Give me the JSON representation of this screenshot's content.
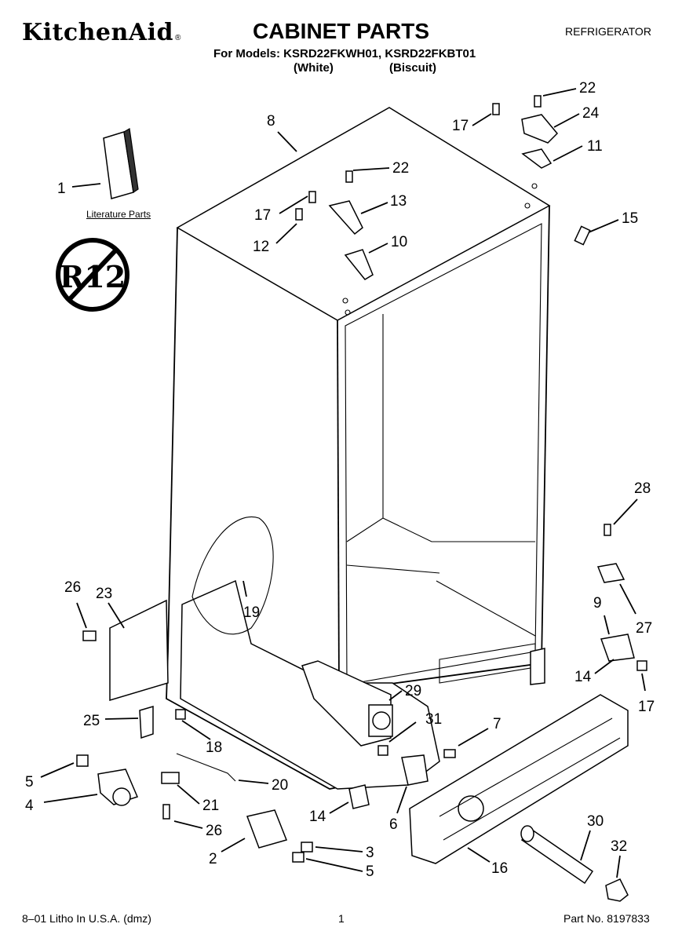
{
  "header": {
    "brand": "KitchenAid",
    "brand_mark": "®",
    "title": "CABINET PARTS",
    "category": "REFRIGERATOR",
    "models_line": "For Models: KSRD22FKWH01, KSRD22FKBT01",
    "color_white": "(White)",
    "color_biscuit": "(Biscuit)"
  },
  "literature": {
    "label": "Literature Parts"
  },
  "badge": {
    "text": "R12"
  },
  "callouts": [
    "1",
    "8",
    "17",
    "22",
    "24",
    "11",
    "22",
    "17",
    "13",
    "12",
    "10",
    "15",
    "28",
    "27",
    "9",
    "14",
    "17",
    "26",
    "23",
    "19",
    "29",
    "31",
    "7",
    "25",
    "18",
    "5",
    "20",
    "4",
    "21",
    "26",
    "14",
    "6",
    "2",
    "3",
    "5",
    "16",
    "30",
    "32"
  ],
  "footer": {
    "left": "8–01 Litho In U.S.A. (dmz)",
    "page": "1",
    "part_no": "Part No. 8197833"
  }
}
